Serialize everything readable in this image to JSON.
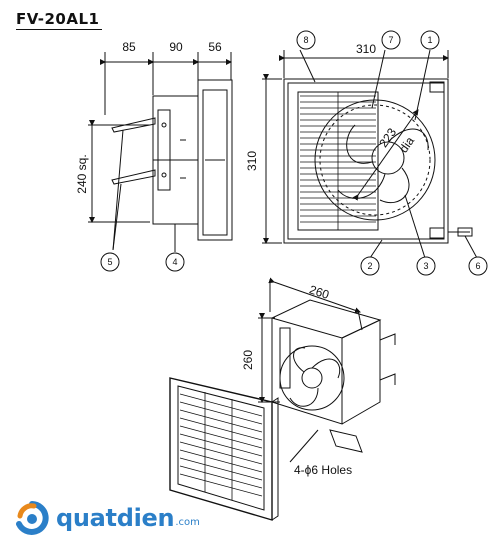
{
  "header": {
    "model": "FV-20AL1"
  },
  "top_view": {
    "depth_dims": [
      "85",
      "90",
      "56"
    ],
    "side_label": "240 sq.",
    "front_width": "310",
    "front_height": "310",
    "diameter_value": "223",
    "diameter_unit": "dia"
  },
  "callouts": [
    "8",
    "7",
    "1",
    "5",
    "4",
    "2",
    "3",
    "6"
  ],
  "iso_view": {
    "width_dim": "260",
    "height_dim": "260",
    "holes_label": "4-ϕ6 Holes"
  },
  "logo": {
    "brand": "quatdien",
    "suffix": ".com",
    "colors": [
      "#2b7fc8",
      "#e8891c"
    ]
  }
}
